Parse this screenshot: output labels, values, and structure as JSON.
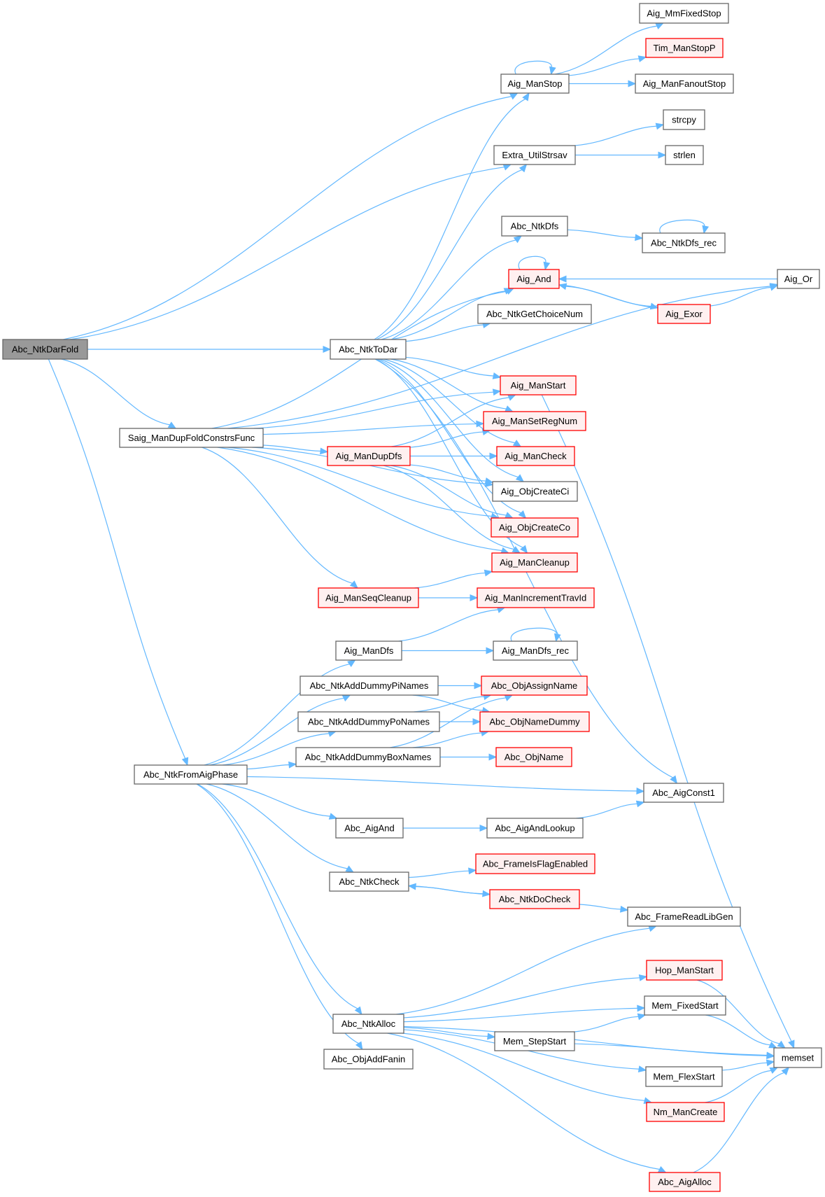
{
  "graph": {
    "title": "Call graph of Abc_NtkDarFold",
    "root": "Abc_NtkDarFold",
    "colors": {
      "edge": "#63b8ff",
      "root_fill": "#999999",
      "normal_fill": "#ffffff",
      "normal_border": "#666666",
      "truncated_fill": "#fff0f0",
      "truncated_border": "#ff0000"
    },
    "nodes": [
      {
        "id": "Abc_NtkDarFold",
        "label": "Abc_NtkDarFold",
        "style": "root"
      },
      {
        "id": "Abc_NtkToDar",
        "label": "Abc_NtkToDar",
        "style": "normal"
      },
      {
        "id": "Saig_ManDupFoldConstrsFunc",
        "label": "Saig_ManDupFoldConstrsFunc",
        "style": "normal"
      },
      {
        "id": "Abc_NtkFromAigPhase",
        "label": "Abc_NtkFromAigPhase",
        "style": "normal"
      },
      {
        "id": "Aig_ManStop",
        "label": "Aig_ManStop",
        "style": "normal"
      },
      {
        "id": "Aig_MmFixedStop",
        "label": "Aig_MmFixedStop",
        "style": "normal"
      },
      {
        "id": "Tim_ManStopP",
        "label": "Tim_ManStopP",
        "style": "red"
      },
      {
        "id": "Aig_ManFanoutStop",
        "label": "Aig_ManFanoutStop",
        "style": "normal"
      },
      {
        "id": "strcpy",
        "label": "strcpy",
        "style": "normal"
      },
      {
        "id": "Extra_UtilStrsav",
        "label": "Extra_UtilStrsav",
        "style": "normal"
      },
      {
        "id": "strlen",
        "label": "strlen",
        "style": "normal"
      },
      {
        "id": "Abc_NtkDfs",
        "label": "Abc_NtkDfs",
        "style": "normal"
      },
      {
        "id": "Abc_NtkDfs_rec",
        "label": "Abc_NtkDfs_rec",
        "style": "normal"
      },
      {
        "id": "Aig_And",
        "label": "Aig_And",
        "style": "red"
      },
      {
        "id": "Aig_Or",
        "label": "Aig_Or",
        "style": "normal"
      },
      {
        "id": "Abc_NtkGetChoiceNum",
        "label": "Abc_NtkGetChoiceNum",
        "style": "normal"
      },
      {
        "id": "Aig_Exor",
        "label": "Aig_Exor",
        "style": "red"
      },
      {
        "id": "Aig_ManStart",
        "label": "Aig_ManStart",
        "style": "red"
      },
      {
        "id": "Aig_ManSetRegNum",
        "label": "Aig_ManSetRegNum",
        "style": "red"
      },
      {
        "id": "Aig_ManDupDfs",
        "label": "Aig_ManDupDfs",
        "style": "red"
      },
      {
        "id": "Aig_ManCheck",
        "label": "Aig_ManCheck",
        "style": "red"
      },
      {
        "id": "Aig_ObjCreateCi",
        "label": "Aig_ObjCreateCi",
        "style": "normal"
      },
      {
        "id": "Aig_ObjCreateCo",
        "label": "Aig_ObjCreateCo",
        "style": "red"
      },
      {
        "id": "Aig_ManCleanup",
        "label": "Aig_ManCleanup",
        "style": "red"
      },
      {
        "id": "Aig_ManSeqCleanup",
        "label": "Aig_ManSeqCleanup",
        "style": "red"
      },
      {
        "id": "Aig_ManIncrementTravId",
        "label": "Aig_ManIncrementTravId",
        "style": "red"
      },
      {
        "id": "Aig_ManDfs",
        "label": "Aig_ManDfs",
        "style": "normal"
      },
      {
        "id": "Aig_ManDfs_rec",
        "label": "Aig_ManDfs_rec",
        "style": "normal"
      },
      {
        "id": "Abc_NtkAddDummyPiNames",
        "label": "Abc_NtkAddDummyPiNames",
        "style": "normal"
      },
      {
        "id": "Abc_ObjAssignName",
        "label": "Abc_ObjAssignName",
        "style": "red"
      },
      {
        "id": "Abc_NtkAddDummyPoNames",
        "label": "Abc_NtkAddDummyPoNames",
        "style": "normal"
      },
      {
        "id": "Abc_ObjNameDummy",
        "label": "Abc_ObjNameDummy",
        "style": "red"
      },
      {
        "id": "Abc_NtkAddDummyBoxNames",
        "label": "Abc_NtkAddDummyBoxNames",
        "style": "normal"
      },
      {
        "id": "Abc_ObjName",
        "label": "Abc_ObjName",
        "style": "red"
      },
      {
        "id": "Abc_AigConst1",
        "label": "Abc_AigConst1",
        "style": "normal"
      },
      {
        "id": "Abc_AigAnd",
        "label": "Abc_AigAnd",
        "style": "normal"
      },
      {
        "id": "Abc_AigAndLookup",
        "label": "Abc_AigAndLookup",
        "style": "normal"
      },
      {
        "id": "Abc_FrameIsFlagEnabled",
        "label": "Abc_FrameIsFlagEnabled",
        "style": "red"
      },
      {
        "id": "Abc_NtkCheck",
        "label": "Abc_NtkCheck",
        "style": "normal"
      },
      {
        "id": "Abc_NtkDoCheck",
        "label": "Abc_NtkDoCheck",
        "style": "red"
      },
      {
        "id": "Abc_FrameReadLibGen",
        "label": "Abc_FrameReadLibGen",
        "style": "normal"
      },
      {
        "id": "Hop_ManStart",
        "label": "Hop_ManStart",
        "style": "red"
      },
      {
        "id": "Mem_FixedStart",
        "label": "Mem_FixedStart",
        "style": "normal"
      },
      {
        "id": "Abc_NtkAlloc",
        "label": "Abc_NtkAlloc",
        "style": "normal"
      },
      {
        "id": "Mem_StepStart",
        "label": "Mem_StepStart",
        "style": "normal"
      },
      {
        "id": "memset",
        "label": "memset",
        "style": "normal"
      },
      {
        "id": "Abc_ObjAddFanin",
        "label": "Abc_ObjAddFanin",
        "style": "normal"
      },
      {
        "id": "Mem_FlexStart",
        "label": "Mem_FlexStart",
        "style": "normal"
      },
      {
        "id": "Nm_ManCreate",
        "label": "Nm_ManCreate",
        "style": "red"
      },
      {
        "id": "Abc_AigAlloc",
        "label": "Abc_AigAlloc",
        "style": "red"
      }
    ],
    "edges": [
      [
        "Abc_NtkDarFold",
        "Aig_ManStop"
      ],
      [
        "Abc_NtkDarFold",
        "Extra_UtilStrsav"
      ],
      [
        "Abc_NtkDarFold",
        "Abc_NtkToDar"
      ],
      [
        "Abc_NtkDarFold",
        "Saig_ManDupFoldConstrsFunc"
      ],
      [
        "Abc_NtkDarFold",
        "Abc_NtkFromAigPhase"
      ],
      [
        "Aig_ManStop",
        "Aig_ManStop"
      ],
      [
        "Aig_ManStop",
        "Aig_MmFixedStop"
      ],
      [
        "Aig_ManStop",
        "Tim_ManStopP"
      ],
      [
        "Aig_ManStop",
        "Aig_ManFanoutStop"
      ],
      [
        "Extra_UtilStrsav",
        "strcpy"
      ],
      [
        "Extra_UtilStrsav",
        "strlen"
      ],
      [
        "Abc_NtkToDar",
        "Aig_ManStop"
      ],
      [
        "Abc_NtkToDar",
        "Extra_UtilStrsav"
      ],
      [
        "Abc_NtkToDar",
        "Abc_NtkDfs"
      ],
      [
        "Abc_NtkToDar",
        "Aig_And"
      ],
      [
        "Abc_NtkToDar",
        "Abc_NtkGetChoiceNum"
      ],
      [
        "Abc_NtkToDar",
        "Abc_AigConst1"
      ],
      [
        "Abc_NtkToDar",
        "Aig_ManStart"
      ],
      [
        "Abc_NtkToDar",
        "Aig_ManSetRegNum"
      ],
      [
        "Abc_NtkToDar",
        "Aig_ManCheck"
      ],
      [
        "Abc_NtkToDar",
        "Aig_ObjCreateCi"
      ],
      [
        "Abc_NtkToDar",
        "Aig_ObjCreateCo"
      ],
      [
        "Abc_NtkToDar",
        "Aig_ManCleanup"
      ],
      [
        "Abc_NtkDfs",
        "Abc_NtkDfs_rec"
      ],
      [
        "Abc_NtkDfs_rec",
        "Abc_NtkDfs_rec"
      ],
      [
        "Aig_And",
        "Aig_And"
      ],
      [
        "Aig_And",
        "Aig_Exor"
      ],
      [
        "Aig_Exor",
        "Aig_And"
      ],
      [
        "Aig_Exor",
        "Aig_Or"
      ],
      [
        "Aig_Or",
        "Aig_And"
      ],
      [
        "Saig_ManDupFoldConstrsFunc",
        "Aig_Or"
      ],
      [
        "Saig_ManDupFoldConstrsFunc",
        "Aig_And"
      ],
      [
        "Saig_ManDupFoldConstrsFunc",
        "Aig_ManStart"
      ],
      [
        "Saig_ManDupFoldConstrsFunc",
        "Aig_ManSetRegNum"
      ],
      [
        "Saig_ManDupFoldConstrsFunc",
        "Aig_ManDupDfs"
      ],
      [
        "Saig_ManDupFoldConstrsFunc",
        "Aig_ObjCreateCi"
      ],
      [
        "Saig_ManDupFoldConstrsFunc",
        "Aig_ObjCreateCo"
      ],
      [
        "Saig_ManDupFoldConstrsFunc",
        "Aig_ManCleanup"
      ],
      [
        "Saig_ManDupFoldConstrsFunc",
        "Aig_ManSeqCleanup"
      ],
      [
        "Aig_ManDupDfs",
        "Aig_ManStart"
      ],
      [
        "Aig_ManDupDfs",
        "Aig_ManSetRegNum"
      ],
      [
        "Aig_ManDupDfs",
        "Aig_ManCheck"
      ],
      [
        "Aig_ManDupDfs",
        "Aig_ObjCreateCi"
      ],
      [
        "Aig_ManDupDfs",
        "Aig_ObjCreateCo"
      ],
      [
        "Aig_ManDupDfs",
        "Aig_ManCleanup"
      ],
      [
        "Aig_ManSeqCleanup",
        "Aig_ManCleanup"
      ],
      [
        "Aig_ManSeqCleanup",
        "Aig_ManIncrementTravId"
      ],
      [
        "Aig_ManStart",
        "memset"
      ],
      [
        "Abc_NtkFromAigPhase",
        "Aig_ManDfs"
      ],
      [
        "Abc_NtkFromAigPhase",
        "Abc_NtkAddDummyPiNames"
      ],
      [
        "Abc_NtkFromAigPhase",
        "Abc_NtkAddDummyPoNames"
      ],
      [
        "Abc_NtkFromAigPhase",
        "Abc_NtkAddDummyBoxNames"
      ],
      [
        "Abc_NtkFromAigPhase",
        "Abc_AigConst1"
      ],
      [
        "Abc_NtkFromAigPhase",
        "Abc_AigAnd"
      ],
      [
        "Abc_NtkFromAigPhase",
        "Abc_NtkCheck"
      ],
      [
        "Abc_NtkFromAigPhase",
        "Abc_NtkAlloc"
      ],
      [
        "Abc_NtkFromAigPhase",
        "Abc_ObjAddFanin"
      ],
      [
        "Aig_ManDfs",
        "Aig_ManIncrementTravId"
      ],
      [
        "Aig_ManDfs",
        "Aig_ManDfs_rec"
      ],
      [
        "Aig_ManDfs_rec",
        "Aig_ManDfs_rec"
      ],
      [
        "Abc_NtkAddDummyPiNames",
        "Abc_ObjAssignName"
      ],
      [
        "Abc_NtkAddDummyPiNames",
        "Abc_ObjNameDummy"
      ],
      [
        "Abc_NtkAddDummyPoNames",
        "Abc_ObjAssignName"
      ],
      [
        "Abc_NtkAddDummyPoNames",
        "Abc_ObjNameDummy"
      ],
      [
        "Abc_NtkAddDummyBoxNames",
        "Abc_ObjAssignName"
      ],
      [
        "Abc_NtkAddDummyBoxNames",
        "Abc_ObjNameDummy"
      ],
      [
        "Abc_NtkAddDummyBoxNames",
        "Abc_ObjName"
      ],
      [
        "Abc_AigAnd",
        "Abc_AigAndLookup"
      ],
      [
        "Abc_AigAndLookup",
        "Abc_AigConst1"
      ],
      [
        "Abc_NtkCheck",
        "Abc_FrameIsFlagEnabled"
      ],
      [
        "Abc_NtkCheck",
        "Abc_NtkDoCheck"
      ],
      [
        "Abc_NtkDoCheck",
        "Abc_NtkCheck"
      ],
      [
        "Abc_NtkDoCheck",
        "Abc_FrameReadLibGen"
      ],
      [
        "Abc_NtkAlloc",
        "Abc_FrameReadLibGen"
      ],
      [
        "Abc_NtkAlloc",
        "Hop_ManStart"
      ],
      [
        "Abc_NtkAlloc",
        "Mem_FixedStart"
      ],
      [
        "Abc_NtkAlloc",
        "Mem_StepStart"
      ],
      [
        "Abc_NtkAlloc",
        "Mem_FlexStart"
      ],
      [
        "Abc_NtkAlloc",
        "Nm_ManCreate"
      ],
      [
        "Abc_NtkAlloc",
        "memset"
      ],
      [
        "Abc_NtkAlloc",
        "Abc_AigAlloc"
      ],
      [
        "Hop_ManStart",
        "memset"
      ],
      [
        "Mem_FixedStart",
        "memset"
      ],
      [
        "Mem_StepStart",
        "Mem_FixedStart"
      ],
      [
        "Mem_StepStart",
        "memset"
      ],
      [
        "Mem_FlexStart",
        "memset"
      ],
      [
        "Nm_ManCreate",
        "memset"
      ],
      [
        "Abc_AigAlloc",
        "memset"
      ]
    ]
  }
}
